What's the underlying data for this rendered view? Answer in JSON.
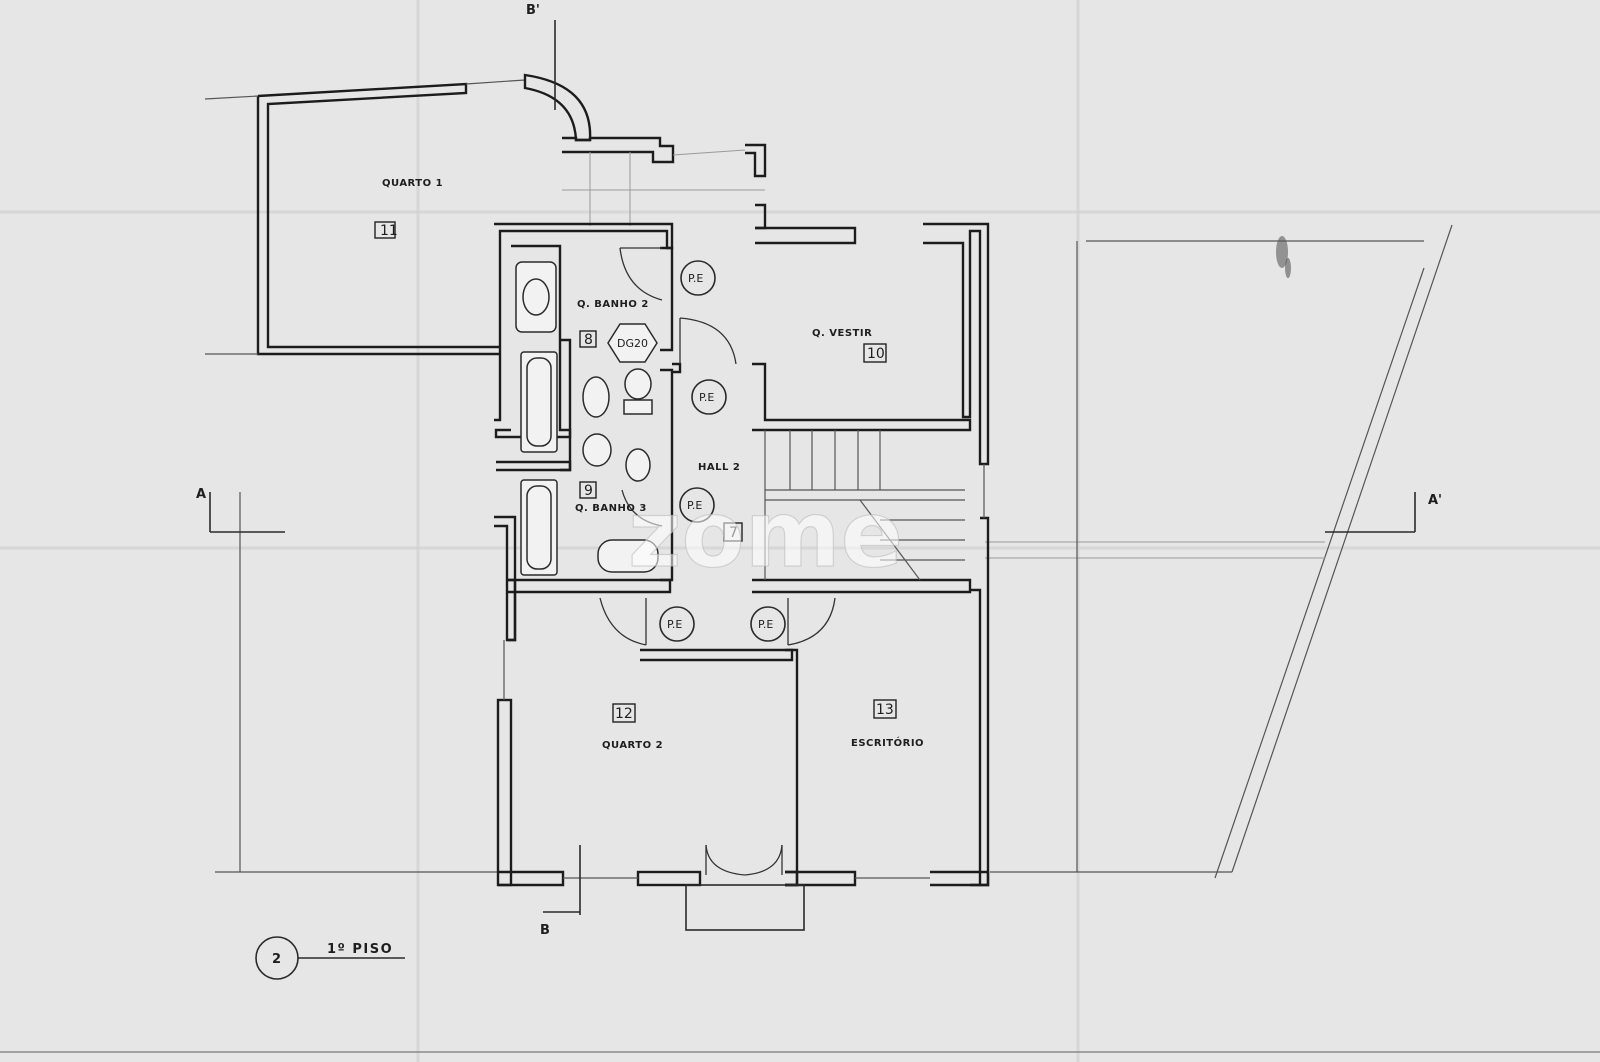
{
  "drawing": {
    "floor_title": "1º PISO",
    "floor_number": "2",
    "watermark": "zome"
  },
  "rooms": {
    "quarto1": {
      "label": "QUARTO 1",
      "number": "11"
    },
    "banho2": {
      "label": "Q. BANHO 2",
      "number": "8"
    },
    "banho3": {
      "label": "Q. BANHO 3",
      "number": "9"
    },
    "vestir": {
      "label": "Q. VESTIR",
      "number": "10"
    },
    "hall": {
      "label": "HALL 2",
      "number": "7"
    },
    "quarto2": {
      "label": "QUARTO 2",
      "number": "12"
    },
    "escritorio": {
      "label": "ESCRITÓRIO",
      "number": "13"
    }
  },
  "door_labels": {
    "pe": "P.E",
    "duct": "DG20"
  },
  "sections": {
    "a_left": "A",
    "a_right": "A'",
    "b_top": "B'",
    "b_bottom": "B"
  },
  "colors": {
    "ink": "#1c1c1c",
    "paper": "#e6e6e6"
  }
}
